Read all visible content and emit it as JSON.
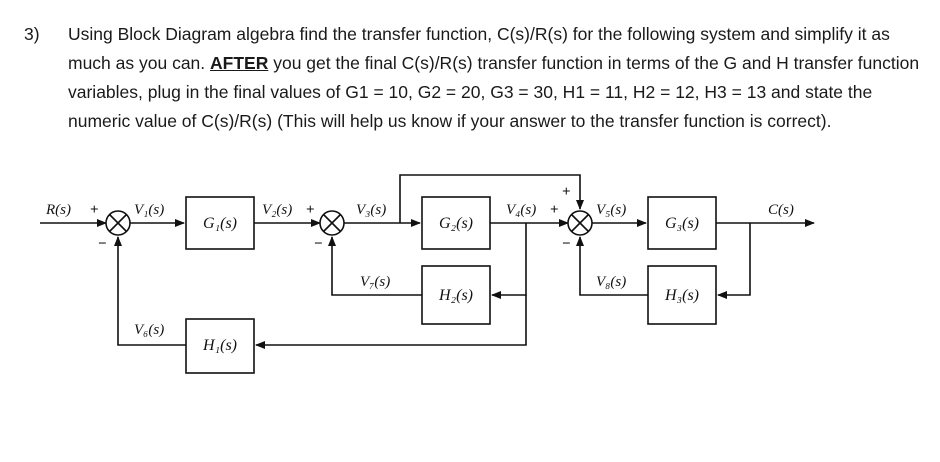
{
  "question": {
    "number": "3)",
    "text_before": "Using Block Diagram algebra find the transfer function, C(s)/R(s) for the following system and simplify it as much as you can.",
    "emphasis": "AFTER",
    "text_after": "you get the final C(s)/R(s) transfer function in terms of the G and H transfer function variables, plug in the final values of G1 = 10, G2 = 20, G3 = 30, H1 = 11, H2 = 12, H3 = 13 and state the numeric value of C(s)/R(s) (This will help us know if your answer to the transfer function is correct)."
  },
  "diagram": {
    "input": "R(s)",
    "output": "C(s)",
    "blocks": {
      "g1": "G₁(s)",
      "g2": "G₂(s)",
      "g3": "G₃(s)",
      "h1": "H₁(s)",
      "h2": "H₂(s)",
      "h3": "H₃(s)"
    },
    "signals": {
      "v1": "V₁(s)",
      "v2": "V₂(s)",
      "v3": "V₃(s)",
      "v4": "V₄(s)",
      "v5": "V₅(s)",
      "v6": "V₆(s)",
      "v7": "V₇(s)",
      "v8": "V₈(s)"
    },
    "signs": {
      "plus": "+",
      "minus": "−"
    }
  }
}
